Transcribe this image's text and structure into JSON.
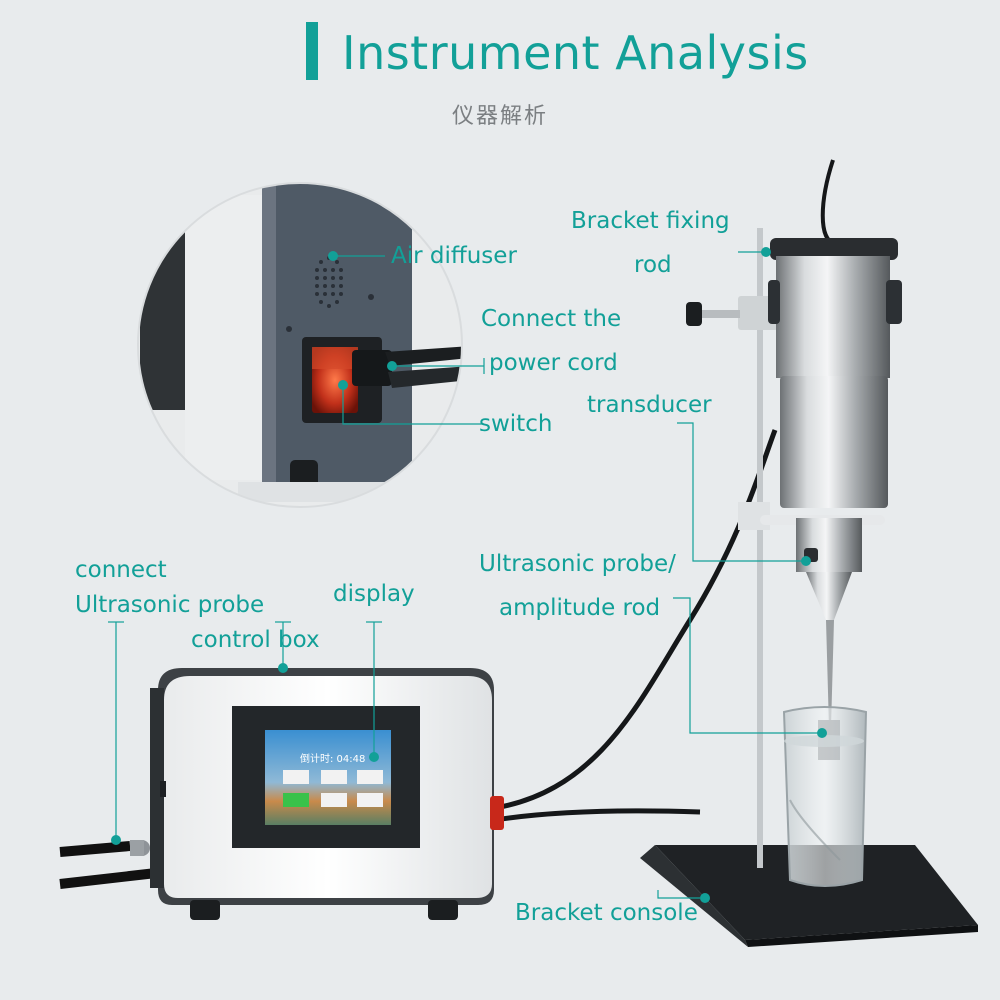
{
  "title": "Instrument Analysis",
  "subtitle": "仪器解析",
  "labels": {
    "air_diffuser": "Air diffuser",
    "connect_the": "Connect the",
    "power_cord": "power cord",
    "switch": "switch",
    "bracket_fixing": "Bracket fixing",
    "rod": "rod",
    "transducer": "transducer",
    "ultrasonic_probe": "Ultrasonic probe/",
    "amplitude_rod": "amplitude rod",
    "connect": "connect",
    "ultrasonic_probe2": "Ultrasonic probe",
    "control_box": "control box",
    "display": "display",
    "bracket_console": "Bracket console"
  },
  "screen": {
    "countdown": "倒计时: 04:48"
  },
  "colors": {
    "accent": "#12a098",
    "background": "#e8ebed"
  }
}
